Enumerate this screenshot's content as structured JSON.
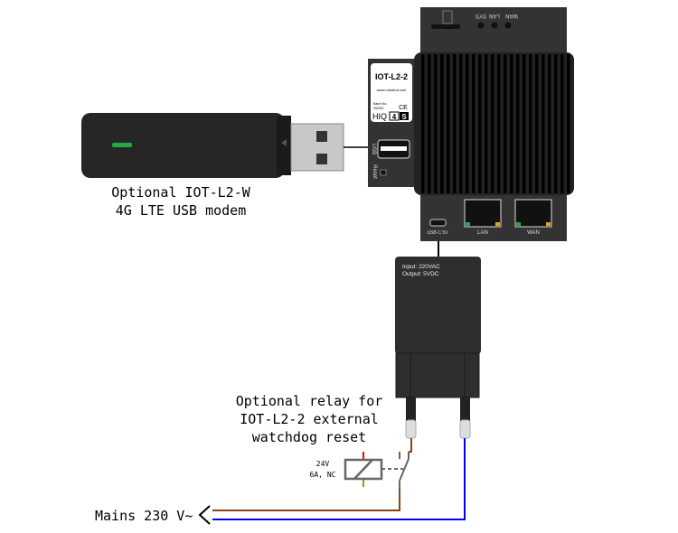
{
  "modem": {
    "caption_line1": "Optional IOT-L2-W",
    "caption_line2": "4G LTE USB modem"
  },
  "device": {
    "model": "IOT-L2-2",
    "website": "www.robotina.com",
    "batch_label": "Batch No.",
    "batch_no": "052021",
    "ce_mark": "CE",
    "brand": "HIQ",
    "brand_badge_1": "4",
    "brand_badge_2": "S",
    "led_labels": [
      "WAN",
      "LAN",
      "SYS"
    ],
    "usb_label": "USB",
    "reset_label": "Reset",
    "usbc_label": "USB-C 5V",
    "lan_label": "LAN",
    "wan_label": "WAN"
  },
  "charger": {
    "input": "Input: 220VAC",
    "output": "Output: 5VDC"
  },
  "relay": {
    "caption_line1": "Optional relay for",
    "caption_line2": "IOT-L2-2 external",
    "caption_line3": "watchdog reset",
    "rating_line1": "24V",
    "rating_line2": "6A, NC"
  },
  "mains": {
    "label": "Mains 230 V~"
  },
  "colors": {
    "live": "#8b4513",
    "neutral": "#0000ff",
    "body": "#2e2e2e",
    "led_green": "#22aa44"
  }
}
